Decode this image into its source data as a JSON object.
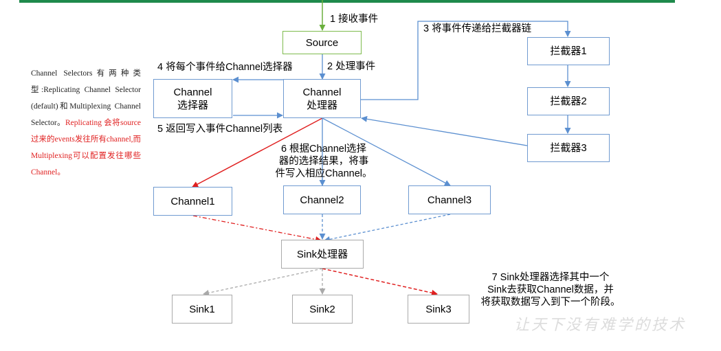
{
  "colors": {
    "top_bar": "#1f8a4c",
    "box_border_blue": "#6f9ad0",
    "box_border_green": "#7dba4c",
    "box_border_gray": "#a9a9a9",
    "arrow_blue": "#5b8fd0",
    "arrow_green": "#6aaf3d",
    "arrow_red": "#e02020",
    "arrow_gray": "#a9a9a9",
    "note_red": "#e02020"
  },
  "nodes": {
    "source": "Source",
    "channel_selector": "Channel\n选择器",
    "channel_processor": "Channel\n处理器",
    "interceptor1": "拦截器1",
    "interceptor2": "拦截器2",
    "interceptor3": "拦截器3",
    "channel1": "Channel1",
    "channel2": "Channel2",
    "channel3": "Channel3",
    "sink_processor": "Sink处理器",
    "sink1": "Sink1",
    "sink2": "Sink2",
    "sink3": "Sink3"
  },
  "steps": {
    "s1": "1 接收事件",
    "s2": "2 处理事件",
    "s3": "3 将事件传递给拦截器链",
    "s4": "4 将每个事件给Channel选择器",
    "s5": "5 返回写入事件Channel列表",
    "s6": "6 根据Channel选择\n器的选择结果，将事\n件写入相应Channel。",
    "s7": "7 Sink处理器选择其中一个\nSink去获取Channel数据，并\n将获取数据写入到下一个阶段。"
  },
  "note": {
    "part1": "Channel Selectors有两种类型:Replicating Channel Selector (default)和Multiplexing Channel Selector。",
    "part2": "Replicating 会将source过来的events发往所有channel,而Multiplexing可以配置发往哪些Channel。"
  },
  "watermark": "让天下没有难学的技术"
}
